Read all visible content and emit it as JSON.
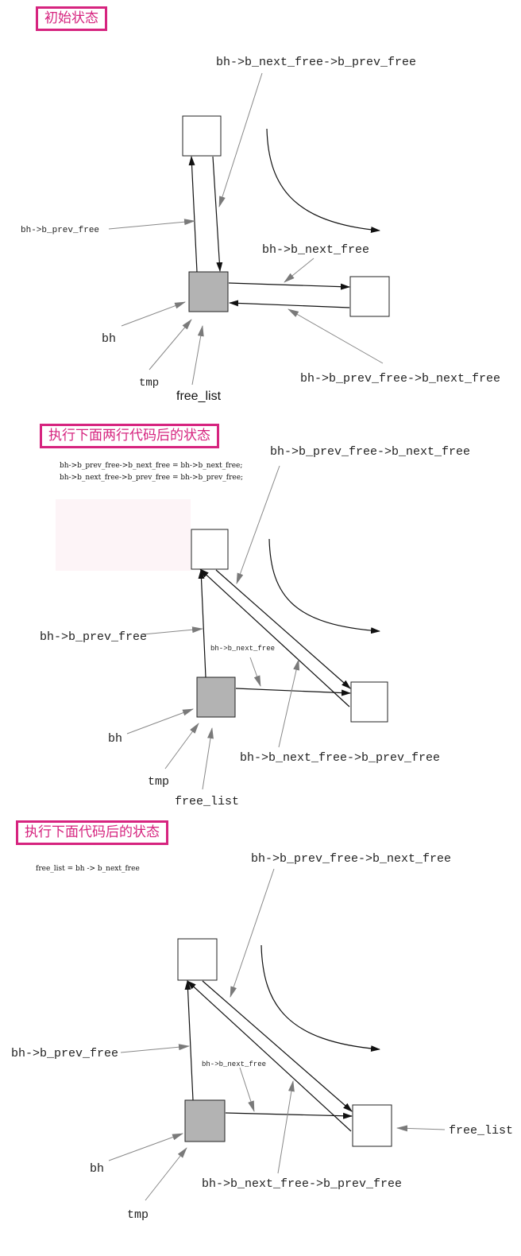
{
  "panels": {
    "p1": {
      "title": "初始状态",
      "labels": {
        "next_free_prev_free": "bh->b_next_free->b_prev_free",
        "prev_free": "bh->b_prev_free",
        "next_free": "bh->b_next_free",
        "bh": "bh",
        "tmp": "tmp",
        "free_list": "free_list",
        "prev_free_next_free": "bh->b_prev_free->b_next_free"
      }
    },
    "p2": {
      "title": "执行下面两行代码后的状态",
      "code": [
        "bh->b_prev_free->b_next_free = bh->b_next_free;",
        "bh->b_next_free->b_prev_free = bh->b_prev_free;"
      ],
      "labels": {
        "prev_free_next_free": "bh->b_prev_free->b_next_free",
        "prev_free": "bh->b_prev_free",
        "next_free": "bh->b_next_free",
        "bh": "bh",
        "tmp": "tmp",
        "free_list": "free_list",
        "next_free_prev_free": "bh->b_next_free->b_prev_free"
      }
    },
    "p3": {
      "title": "执行下面代码后的状态",
      "code": [
        "free_list = bh -> b_next_free"
      ],
      "labels": {
        "prev_free_next_free": "bh->b_prev_free->b_next_free",
        "prev_free": "bh->b_prev_free",
        "next_free": "bh->b_next_free",
        "bh": "bh",
        "tmp": "tmp",
        "free_list": "free_list",
        "next_free_prev_free": "bh->b_next_free->b_prev_free"
      }
    }
  },
  "colors": {
    "accent": "#d6247f",
    "node_fill_gray": "#b3b3b3",
    "node_fill_white": "#ffffff",
    "stroke": "#222222",
    "pointer_gray": "#888888"
  }
}
